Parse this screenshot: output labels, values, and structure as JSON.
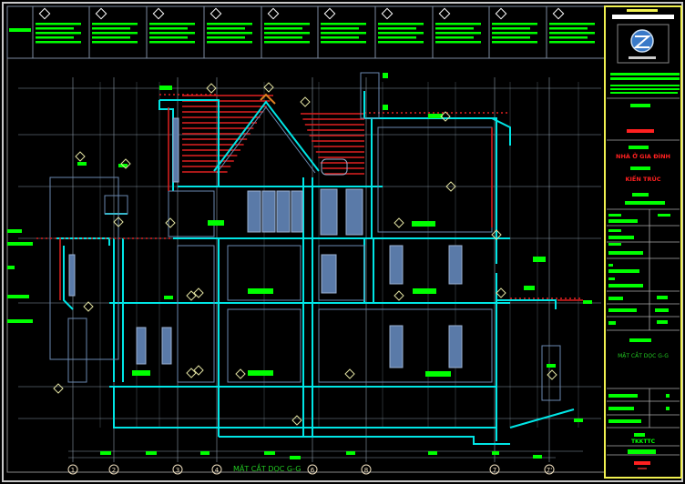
{
  "drawing": {
    "section_title": "MẶT CẮT DỌC G-G",
    "grid_axes": [
      "1",
      "2",
      "3",
      "4",
      "6",
      "8",
      "7",
      "7'"
    ]
  },
  "title_block": {
    "project_name": "NHÀ Ở GIA ĐÌNH",
    "discipline": "KIẾN TRÚC",
    "sheet_title": "MẶT CẮT DỌC G-G",
    "phase": "TKKTTC"
  },
  "colors": {
    "background": "#000000",
    "frame": "#c8c8c8",
    "title_border": "#f0f050",
    "tag": "#00ff00",
    "wall": "#00e5e5",
    "roof": "#e02020",
    "structure": "#6a88b0",
    "title_red": "#ff2020"
  }
}
